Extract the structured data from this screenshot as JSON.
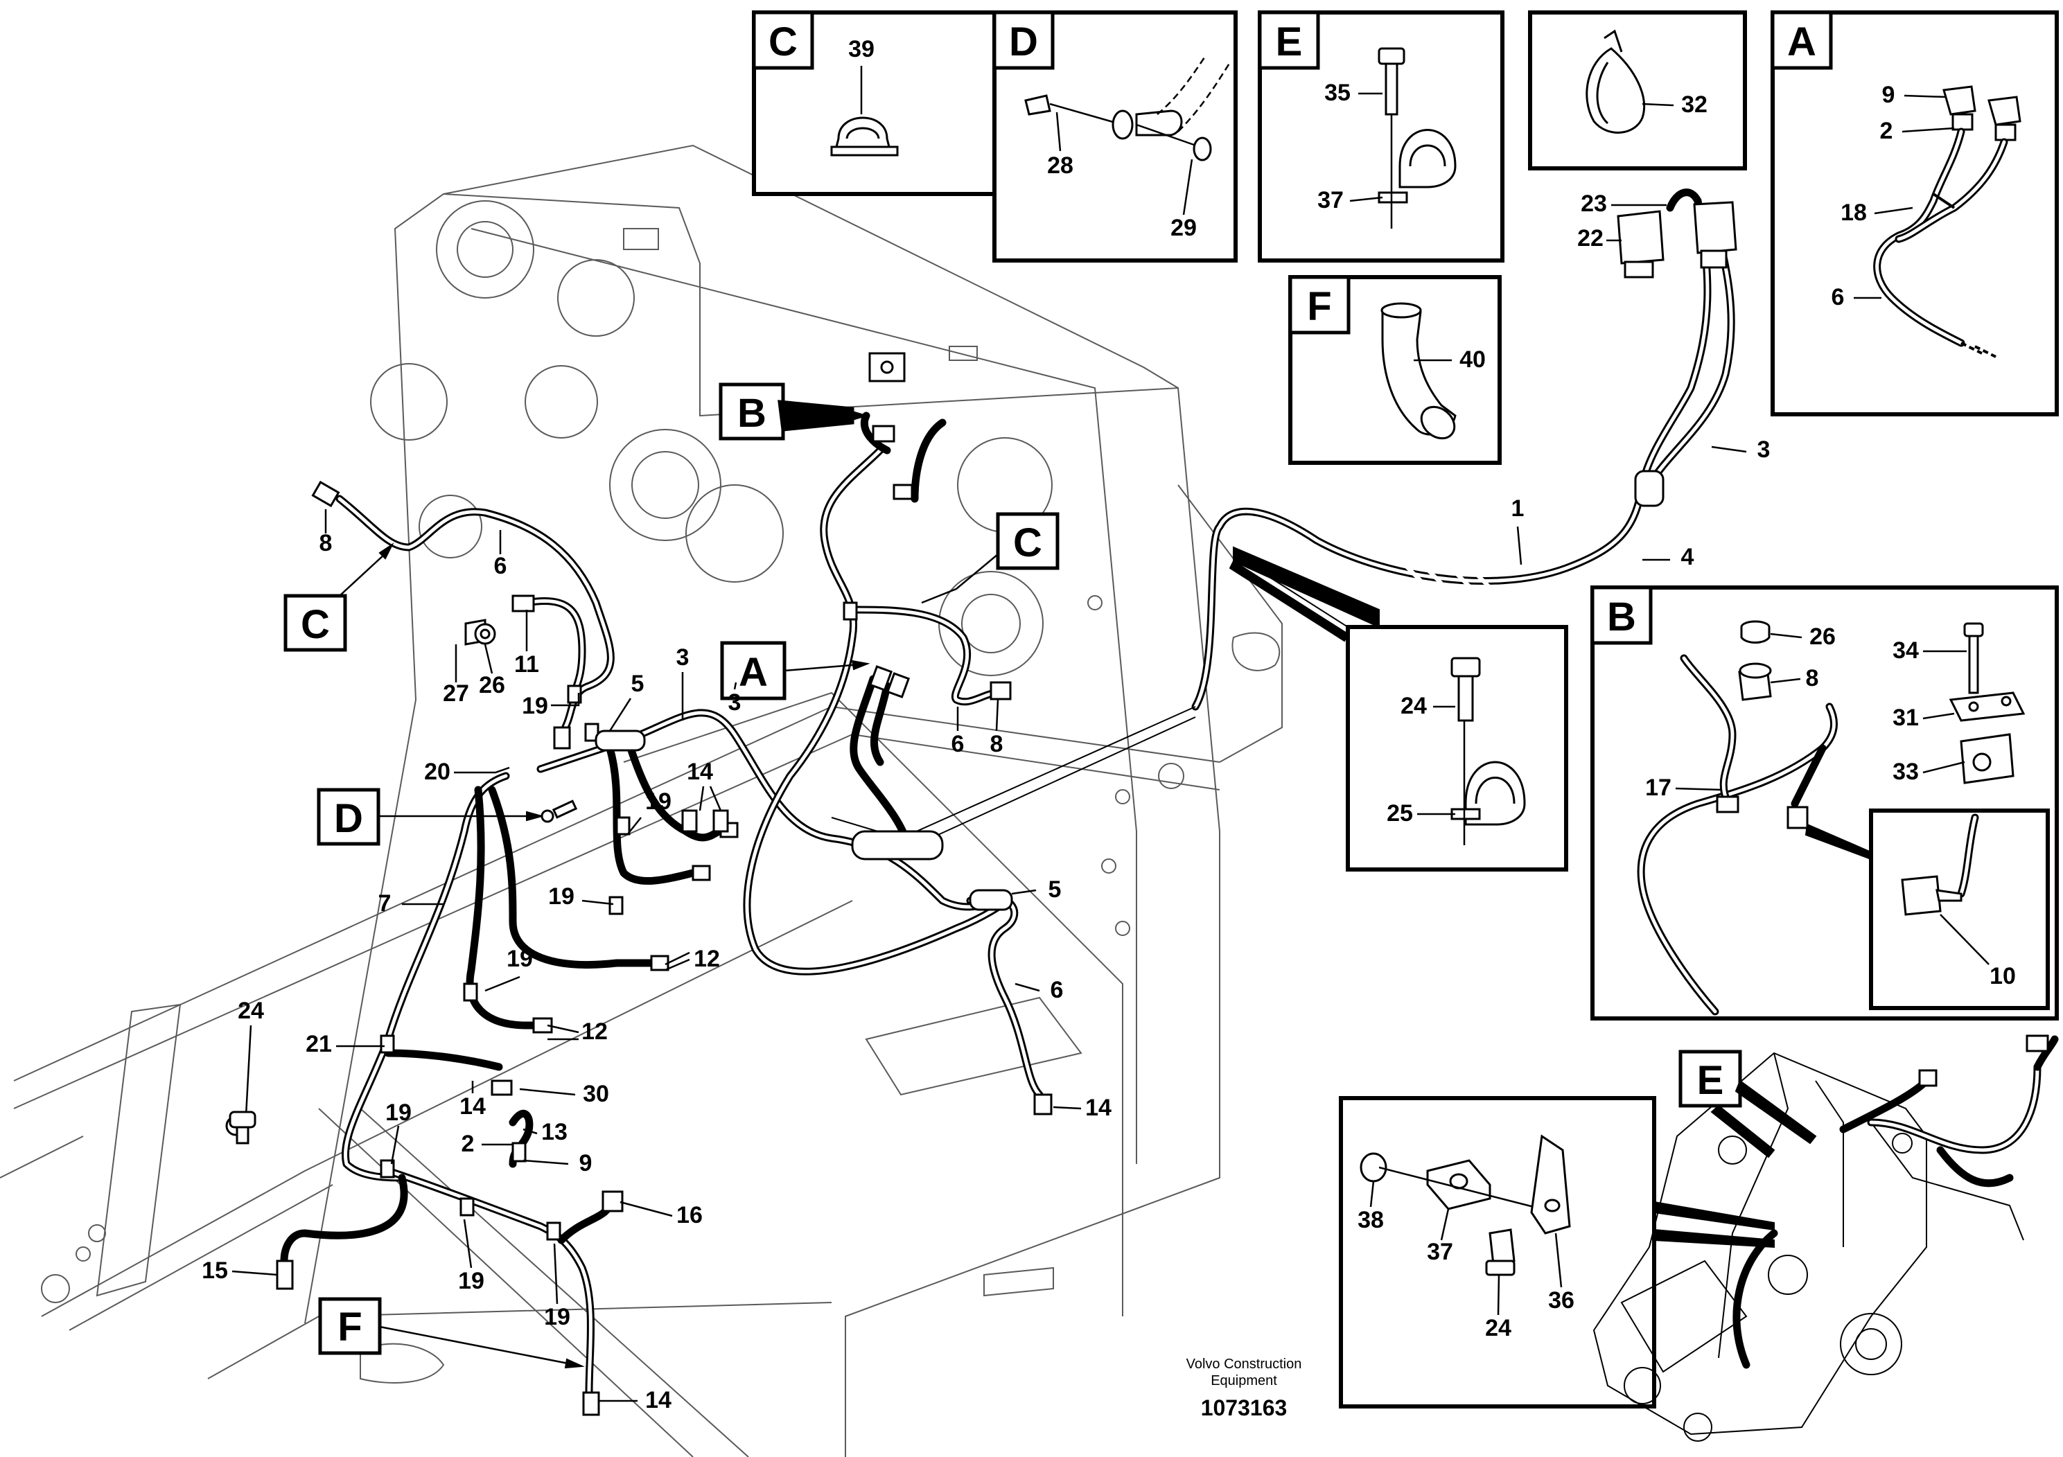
{
  "detail_letters": [
    "A",
    "B",
    "C",
    "D",
    "E",
    "F"
  ],
  "part_numbers": [
    "1",
    "2",
    "3",
    "4",
    "5",
    "6",
    "7",
    "8",
    "9",
    "10",
    "11",
    "12",
    "13",
    "14",
    "15",
    "16",
    "17",
    "18",
    "19",
    "20",
    "21",
    "22",
    "23",
    "24",
    "25",
    "26",
    "27",
    "28",
    "29",
    "30",
    "31",
    "32",
    "33",
    "34",
    "35",
    "36",
    "37",
    "38",
    "39",
    "40"
  ],
  "footer": {
    "company_line1": "Volvo Construction",
    "company_line2": "Equipment",
    "drawing_number": "1073163"
  }
}
